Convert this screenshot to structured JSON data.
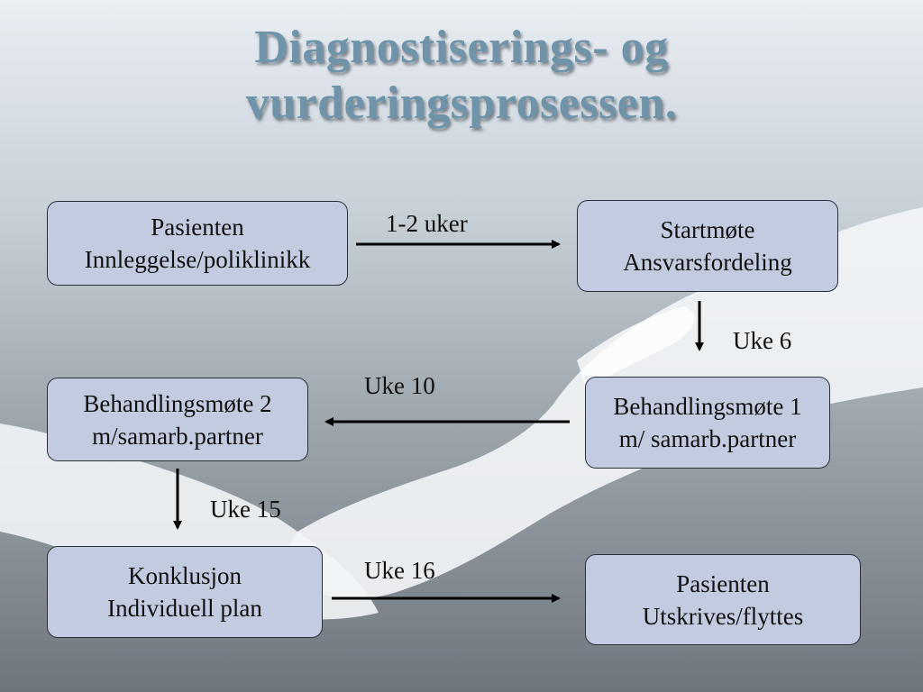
{
  "title": {
    "line1": "Diagnostiserings- og",
    "line2": "vurderingsprosessen."
  },
  "boxes": {
    "pasienten_innleggelse": {
      "line1": "Pasienten",
      "line2": "Innleggelse/poliklinikk"
    },
    "startmote": {
      "line1": "Startmøte",
      "line2": "Ansvarsfordeling"
    },
    "behandlingsmote1": {
      "line1": "Behandlingsmøte 1",
      "line2": "m/ samarb.partner"
    },
    "behandlingsmote2": {
      "line1": "Behandlingsmøte 2",
      "line2": "m/samarb.partner"
    },
    "konklusjon": {
      "line1": "Konklusjon",
      "line2": "Individuell plan"
    },
    "pasienten_utskrives": {
      "line1": "Pasienten",
      "line2": "Utskrives/flyttes"
    }
  },
  "arrow_labels": {
    "a1": "1-2 uker",
    "a2": "Uke 6",
    "a3": "Uke 10",
    "a4": "Uke 15",
    "a5": "Uke 16"
  },
  "colors": {
    "box_fill": "#c3cbe0",
    "title": "#6f93a9",
    "background_top": "#e9eef3",
    "background_bottom": "#6f767e"
  }
}
